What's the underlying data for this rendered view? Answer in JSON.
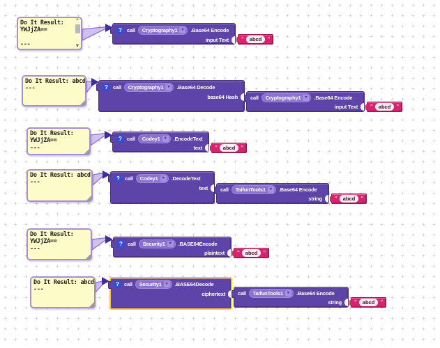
{
  "app": {
    "name": "App Inventor Blocks Workspace"
  },
  "colors": {
    "block_purple": "#5e43a8",
    "dropdown_purple": "#8b72cf",
    "text_block_pink": "#d6246f",
    "comment_bg": "#fdfcc8",
    "comment_border": "#a78fd6",
    "selection_gold": "#fcc331",
    "help_blue": "#2e50d8",
    "grid_dot": "#d4d4d4"
  },
  "labels": {
    "call": "call",
    "quote": "\"",
    "dropdown_arrow": "▾"
  },
  "icons": {
    "help": "?",
    "scroll_up": "^",
    "scroll_down": "v"
  },
  "groups": [
    {
      "comment": {
        "text": "Do It Result:\nYWJjZA==\n\n---",
        "has_scrollbar": true
      },
      "block": {
        "component": "Cryptography1",
        "method": ".Base64 Encode",
        "param": "input Text",
        "value": "abcd"
      }
    },
    {
      "comment": {
        "text": "Do It Result: abcd\n---"
      },
      "outer": {
        "component": "Cryptography1",
        "method": ".Base64 Decode",
        "param": "base64 Hash"
      },
      "inner": {
        "component": "Cryptography1",
        "method": ".Base64 Encode",
        "param": "input Text",
        "value": "abcd"
      }
    },
    {
      "comment": {
        "text": "Do It Result:\nYWJjZA==\n---"
      },
      "block": {
        "component": "Codey1",
        "method": ".EncodeText",
        "param": "text",
        "value": "abcd"
      }
    },
    {
      "comment": {
        "text": "Do It Result: abcd\n---"
      },
      "outer": {
        "component": "Codey1",
        "method": ".DecodeText",
        "param": "text"
      },
      "inner": {
        "component": "TaifunTools1",
        "method": ".Base64 Encode",
        "param": "string",
        "value": "abcd"
      }
    },
    {
      "comment": {
        "text": "Do It Result:\nYWJjZA==\n---"
      },
      "block": {
        "component": "Security1",
        "method": ".BASE64Encode",
        "param": "plaintext",
        "value": "abcd"
      }
    },
    {
      "comment": {
        "text": "Do It Result: abcd\n---"
      },
      "outer": {
        "component": "Security1",
        "method": ".BASE64Decode",
        "param": "ciphertext",
        "selected": true
      },
      "inner": {
        "component": "TaifunTools1",
        "method": ".Base64 Encode",
        "param": "string",
        "value": "abcd"
      }
    }
  ]
}
